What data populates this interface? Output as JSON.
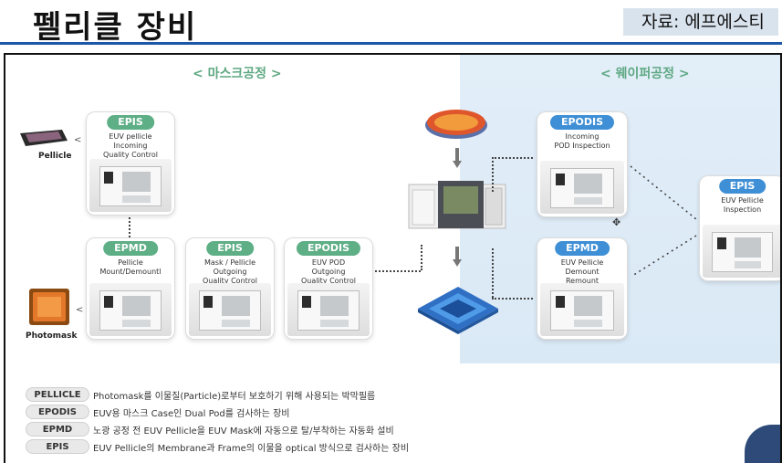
{
  "header": {
    "title": "펠리클 장비",
    "source": "자료: 에프에스티"
  },
  "sections": {
    "mask": "< 마스크공정 >",
    "wafer": "< 웨이퍼공정 >"
  },
  "side_items": {
    "pellicle": "Pellicle",
    "photomask": "Photomask"
  },
  "cards": {
    "epis_mask": {
      "badge": "EPIS",
      "lines": [
        "EUV pellicle",
        "Incoming",
        "Quality Control"
      ]
    },
    "epmd_mask": {
      "badge": "EPMD",
      "lines": [
        "Pellicle",
        "Mount/Demountl"
      ]
    },
    "epis_out": {
      "badge": "EPIS",
      "lines": [
        "Mask / Pellicle",
        "Outgoing",
        "Quality Control"
      ]
    },
    "epodis_out": {
      "badge": "EPODIS",
      "lines": [
        "EUV POD",
        "Outgoing",
        "Quality Control"
      ]
    },
    "epodis_in": {
      "badge": "EPODIS",
      "lines": [
        "Incoming",
        "POD Inspection"
      ]
    },
    "epmd_wafer": {
      "badge": "EPMD",
      "lines": [
        "EUV Pellicle",
        "Demount",
        "Remount"
      ]
    },
    "epis_wafer": {
      "badge": "EPIS",
      "lines": [
        "EUV Pellicle",
        "Inspection"
      ]
    }
  },
  "legend": [
    {
      "key": "PELLICLE",
      "text": "Photomask를 이물질(Particle)로부터 보호하기 위해 사용되는 박막필름"
    },
    {
      "key": "EPODIS",
      "text": "EUV용 마스크 Case인 Dual Pod를 검사하는 장비"
    },
    {
      "key": "EPMD",
      "text": "노광 공정 전 EUV Pellicle을 EUV Mask에 자동으로 탈/부착하는 자동화 설비"
    },
    {
      "key": "EPIS",
      "text": "EUV Pellicle의 Membrane과 Frame의 이물을 optical 방식으로 검사하는 장비"
    }
  ],
  "colors": {
    "title_rule": "#1f57a8",
    "source_bg": "#d9e3ee",
    "mask_accent": "#5eae86",
    "wafer_accent": "#3f8fd6",
    "wafer_bg": "#dae9f6"
  }
}
